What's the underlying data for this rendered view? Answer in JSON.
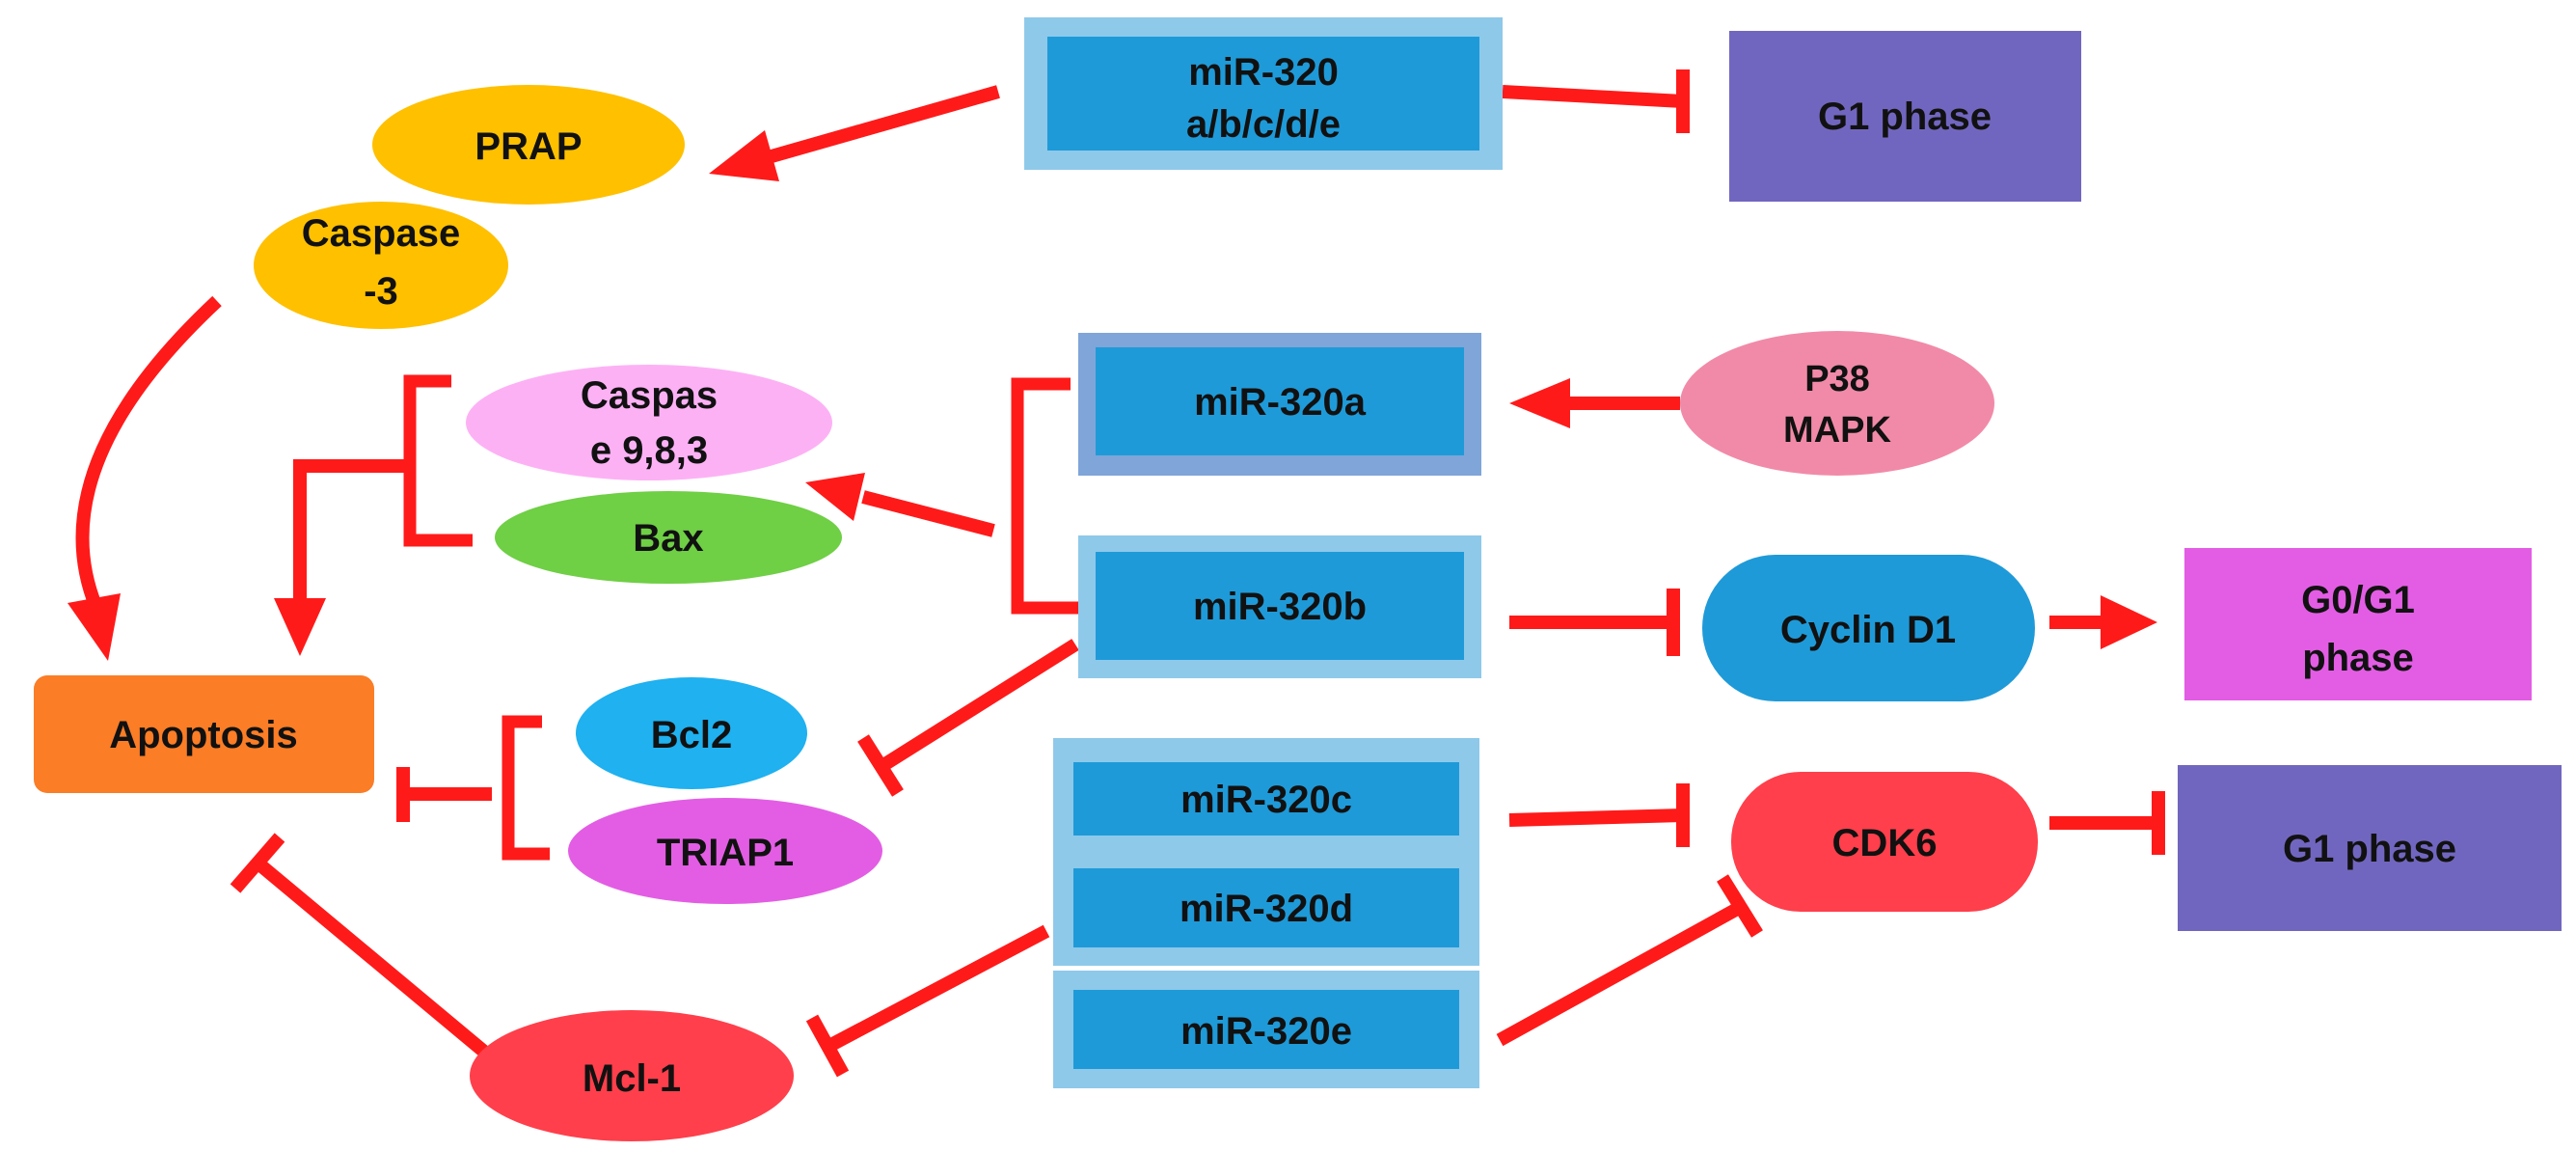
{
  "colors": {
    "edge": "#ff1a1a",
    "mir_inner": "#1f9ad8",
    "mir_outer": "#8ec9ea",
    "mir_outer_dark": "#7fa5d9",
    "caspase_gold": "#ffc000",
    "apoptosis_orange": "#fb7d26",
    "g1_purple": "#7166bf",
    "g0g1_magenta": "#e35de4",
    "p38_pink": "#f18aa8",
    "cyclin_blue": "#1f9ad8",
    "cdk6_red": "#ff3f4b",
    "mcl1_red": "#ff3f4b",
    "caspase983_pink": "#fdb1f5",
    "bax_green": "#6fcf45",
    "bcl2_cyan": "#1fb1f0",
    "triap1_magenta": "#e35de4"
  },
  "nodes": {
    "mir320_all": {
      "line1": "miR-320",
      "line2": "a/b/c/d/e"
    },
    "g1_phase_top": {
      "label": "G1 phase"
    },
    "prap": {
      "label": "PRAP"
    },
    "caspase3": {
      "line1": "Caspase",
      "line2": "-3"
    },
    "mir320a": {
      "label": "miR-320a"
    },
    "p38_mapk": {
      "line1": "P38",
      "line2": "MAPK"
    },
    "caspase983": {
      "line1": "Caspas",
      "line2": "e 9,8,3"
    },
    "bax": {
      "label": "Bax"
    },
    "mir320b": {
      "label": "miR-320b"
    },
    "cyclin_d1": {
      "label": "Cyclin D1"
    },
    "g0g1_phase": {
      "line1": "G0/G1",
      "line2": "phase"
    },
    "apoptosis": {
      "label": "Apoptosis"
    },
    "bcl2": {
      "label": "Bcl2"
    },
    "triap1": {
      "label": "TRIAP1"
    },
    "mir320c": {
      "label": "miR-320c"
    },
    "mir320d": {
      "label": "miR-320d"
    },
    "mir320e": {
      "label": "miR-320e"
    },
    "cdk6": {
      "label": "CDK6"
    },
    "g1_phase_right": {
      "label": "G1 phase"
    },
    "mcl1": {
      "label": "Mcl-1"
    }
  },
  "edges": [
    {
      "from": "mir320_all",
      "to": "prap",
      "type": "activation"
    },
    {
      "from": "mir320_all",
      "to": "g1_phase_top",
      "type": "inhibition"
    },
    {
      "from": "caspase3",
      "to": "apoptosis",
      "type": "activation"
    },
    {
      "from": "p38_mapk",
      "to": "mir320a",
      "type": "activation"
    },
    {
      "from": "mir320a/mir320b",
      "to": "caspase983/bax",
      "type": "activation"
    },
    {
      "from": "caspase983/bax",
      "to": "apoptosis",
      "type": "activation"
    },
    {
      "from": "mir320b",
      "to": "cyclin_d1",
      "type": "inhibition"
    },
    {
      "from": "cyclin_d1",
      "to": "g0g1_phase",
      "type": "activation"
    },
    {
      "from": "mir320b",
      "to": "bcl2",
      "type": "inhibition"
    },
    {
      "from": "bcl2/triap1",
      "to": "apoptosis",
      "type": "inhibition"
    },
    {
      "from": "mir320c",
      "to": "cdk6",
      "type": "inhibition"
    },
    {
      "from": "cdk6",
      "to": "g1_phase_right",
      "type": "inhibition"
    },
    {
      "from": "mir320e",
      "to": "cdk6",
      "type": "inhibition"
    },
    {
      "from": "mir320d",
      "to": "mcl1",
      "type": "inhibition"
    },
    {
      "from": "mcl1",
      "to": "apoptosis",
      "type": "inhibition"
    }
  ]
}
